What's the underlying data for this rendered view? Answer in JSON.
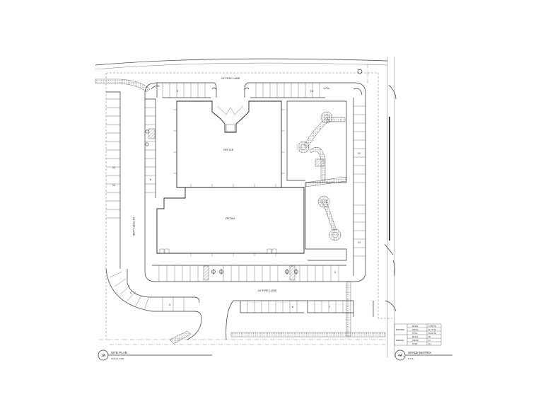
{
  "labels": {
    "fire_lane_top": "24' FIRE LANE",
    "fire_lane_left": "24' FIRE LANE",
    "fire_lane_bottom": "24' FIRE LANE",
    "office": "OFFICE",
    "retail": "RETAIL"
  },
  "stall_counts": {
    "top_left": "5",
    "top_right": "15",
    "left_upper": "6",
    "left_lot_a": "11",
    "left_lot_b": "11",
    "right_upper": "11",
    "right_lower": "10",
    "bottom_right": "9",
    "curve_left": "4",
    "bottom_a": "3",
    "bottom_b": "6",
    "bottom_c": "7"
  },
  "title_left": {
    "number": "1A",
    "title": "SITE PLAN",
    "scale": "SCALE 1:200"
  },
  "title_right": {
    "number": "4A",
    "title": "SPACE MATRIX",
    "scale": "N.T.S."
  },
  "matrix": {
    "building_label": "BUILDING",
    "parking_label": "PARKING",
    "rows": [
      {
        "name": "RETAIL",
        "value": "13,456 SF"
      },
      {
        "name": "OFFICE",
        "value": "11,778 SF"
      },
      {
        "name": "TOTAL",
        "value": "25,234 SF"
      },
      {
        "name": "RETAIL",
        "value": "68"
      },
      {
        "name": "OFFICE",
        "value": "44"
      },
      {
        "name": "TOTAL",
        "value": "112"
      }
    ]
  },
  "colors": {
    "line": "#333333",
    "background": "#ffffff"
  }
}
